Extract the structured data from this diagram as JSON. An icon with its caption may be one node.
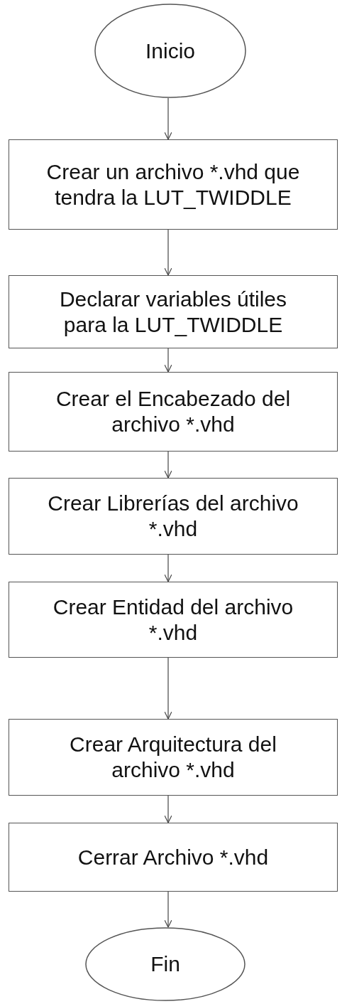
{
  "diagram": {
    "nodes": [
      {
        "text": [
          "Inicio"
        ]
      },
      {
        "text": [
          "Crear un archivo *.vhd que tendra la LUT_TWIDDLE"
        ]
      },
      {
        "text": [
          "Declarar variables útiles para la LUT_TWIDDLE"
        ]
      },
      {
        "text": [
          "Crear el Encabezado del archivo *.vhd"
        ]
      },
      {
        "text": [
          "Crear Librerías del archivo *.vhd"
        ]
      },
      {
        "text": [
          "Crear Entidad del archivo *.vhd"
        ]
      },
      {
        "text": [
          "Crear Arquitectura del archivo *.vhd"
        ]
      },
      {
        "text": [
          "Cerrar Archivo *.vhd"
        ]
      },
      {
        "text": [
          "Fin"
        ]
      }
    ],
    "edges": [
      {
        "from": 0,
        "to": 1,
        "arrow": "to"
      },
      {
        "from": 1,
        "to": 2,
        "arrow": "to"
      },
      {
        "from": 2,
        "to": 3,
        "arrow": "to"
      },
      {
        "from": 3,
        "to": 4,
        "arrow": "to"
      },
      {
        "from": 4,
        "to": 5,
        "arrow": "to"
      },
      {
        "from": 5,
        "to": 6,
        "arrow": "to"
      },
      {
        "from": 6,
        "to": 7,
        "arrow": "to"
      },
      {
        "from": 7,
        "to": 8,
        "arrow": "to"
      }
    ]
  }
}
